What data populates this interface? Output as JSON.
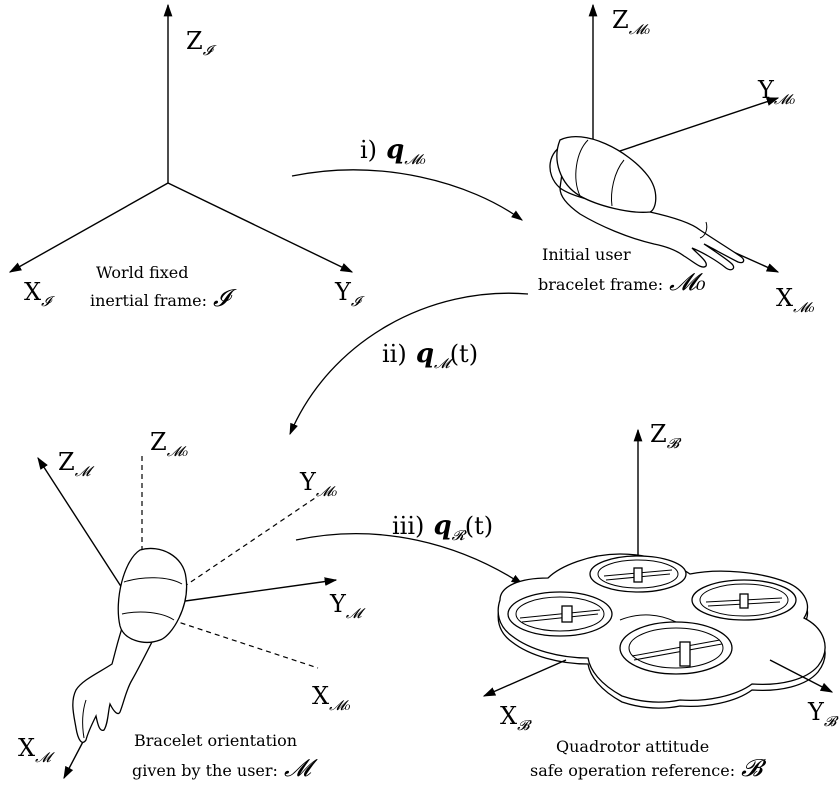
{
  "frames": {
    "world": {
      "z_label": "Z",
      "z_sub": "𝓘",
      "x_label": "X",
      "x_sub": "𝓘",
      "y_label": "Y",
      "y_sub": "𝓘",
      "caption_line1": "World fixed",
      "caption_line2": "inertial frame:",
      "caption_symbol": "𝓘"
    },
    "initial_bracelet": {
      "z_label": "Z",
      "z_sub": "𝓜₀",
      "y_label": "Y",
      "y_sub": "𝓜₀",
      "x_label": "X",
      "x_sub": "𝓜₀",
      "caption_line1": "Initial user",
      "caption_line2": "bracelet frame:",
      "caption_symbol": "𝓜₀"
    },
    "bracelet": {
      "z_label": "Z",
      "z_sub": "𝓜",
      "z0_label": "Z",
      "z0_sub": "𝓜₀",
      "y0_label": "Y",
      "y0_sub": "𝓜₀",
      "y_label": "Y",
      "y_sub": "𝓜",
      "x0_label": "X",
      "x0_sub": "𝓜₀",
      "x_label": "X",
      "x_sub": "𝓜",
      "caption_line1": "Bracelet orientation",
      "caption_line2": "given by the user:",
      "caption_symbol": "𝓜"
    },
    "quadrotor": {
      "z_label": "Z",
      "z_sub": "𝓑",
      "x_label": "X",
      "x_sub": "𝓑",
      "y_label": "Y",
      "y_sub": "𝓑",
      "caption_line1": "Quadrotor attitude",
      "caption_line2": "safe operation reference:",
      "caption_symbol": "𝓑"
    }
  },
  "transforms": [
    {
      "index": "i)",
      "symbol": "q",
      "sub": "𝓜₀",
      "arg": ""
    },
    {
      "index": "ii)",
      "symbol": "q",
      "sub": "𝓜",
      "arg": "(t)"
    },
    {
      "index": "iii)",
      "symbol": "q",
      "sub": "𝓡",
      "arg": "(t)"
    }
  ]
}
